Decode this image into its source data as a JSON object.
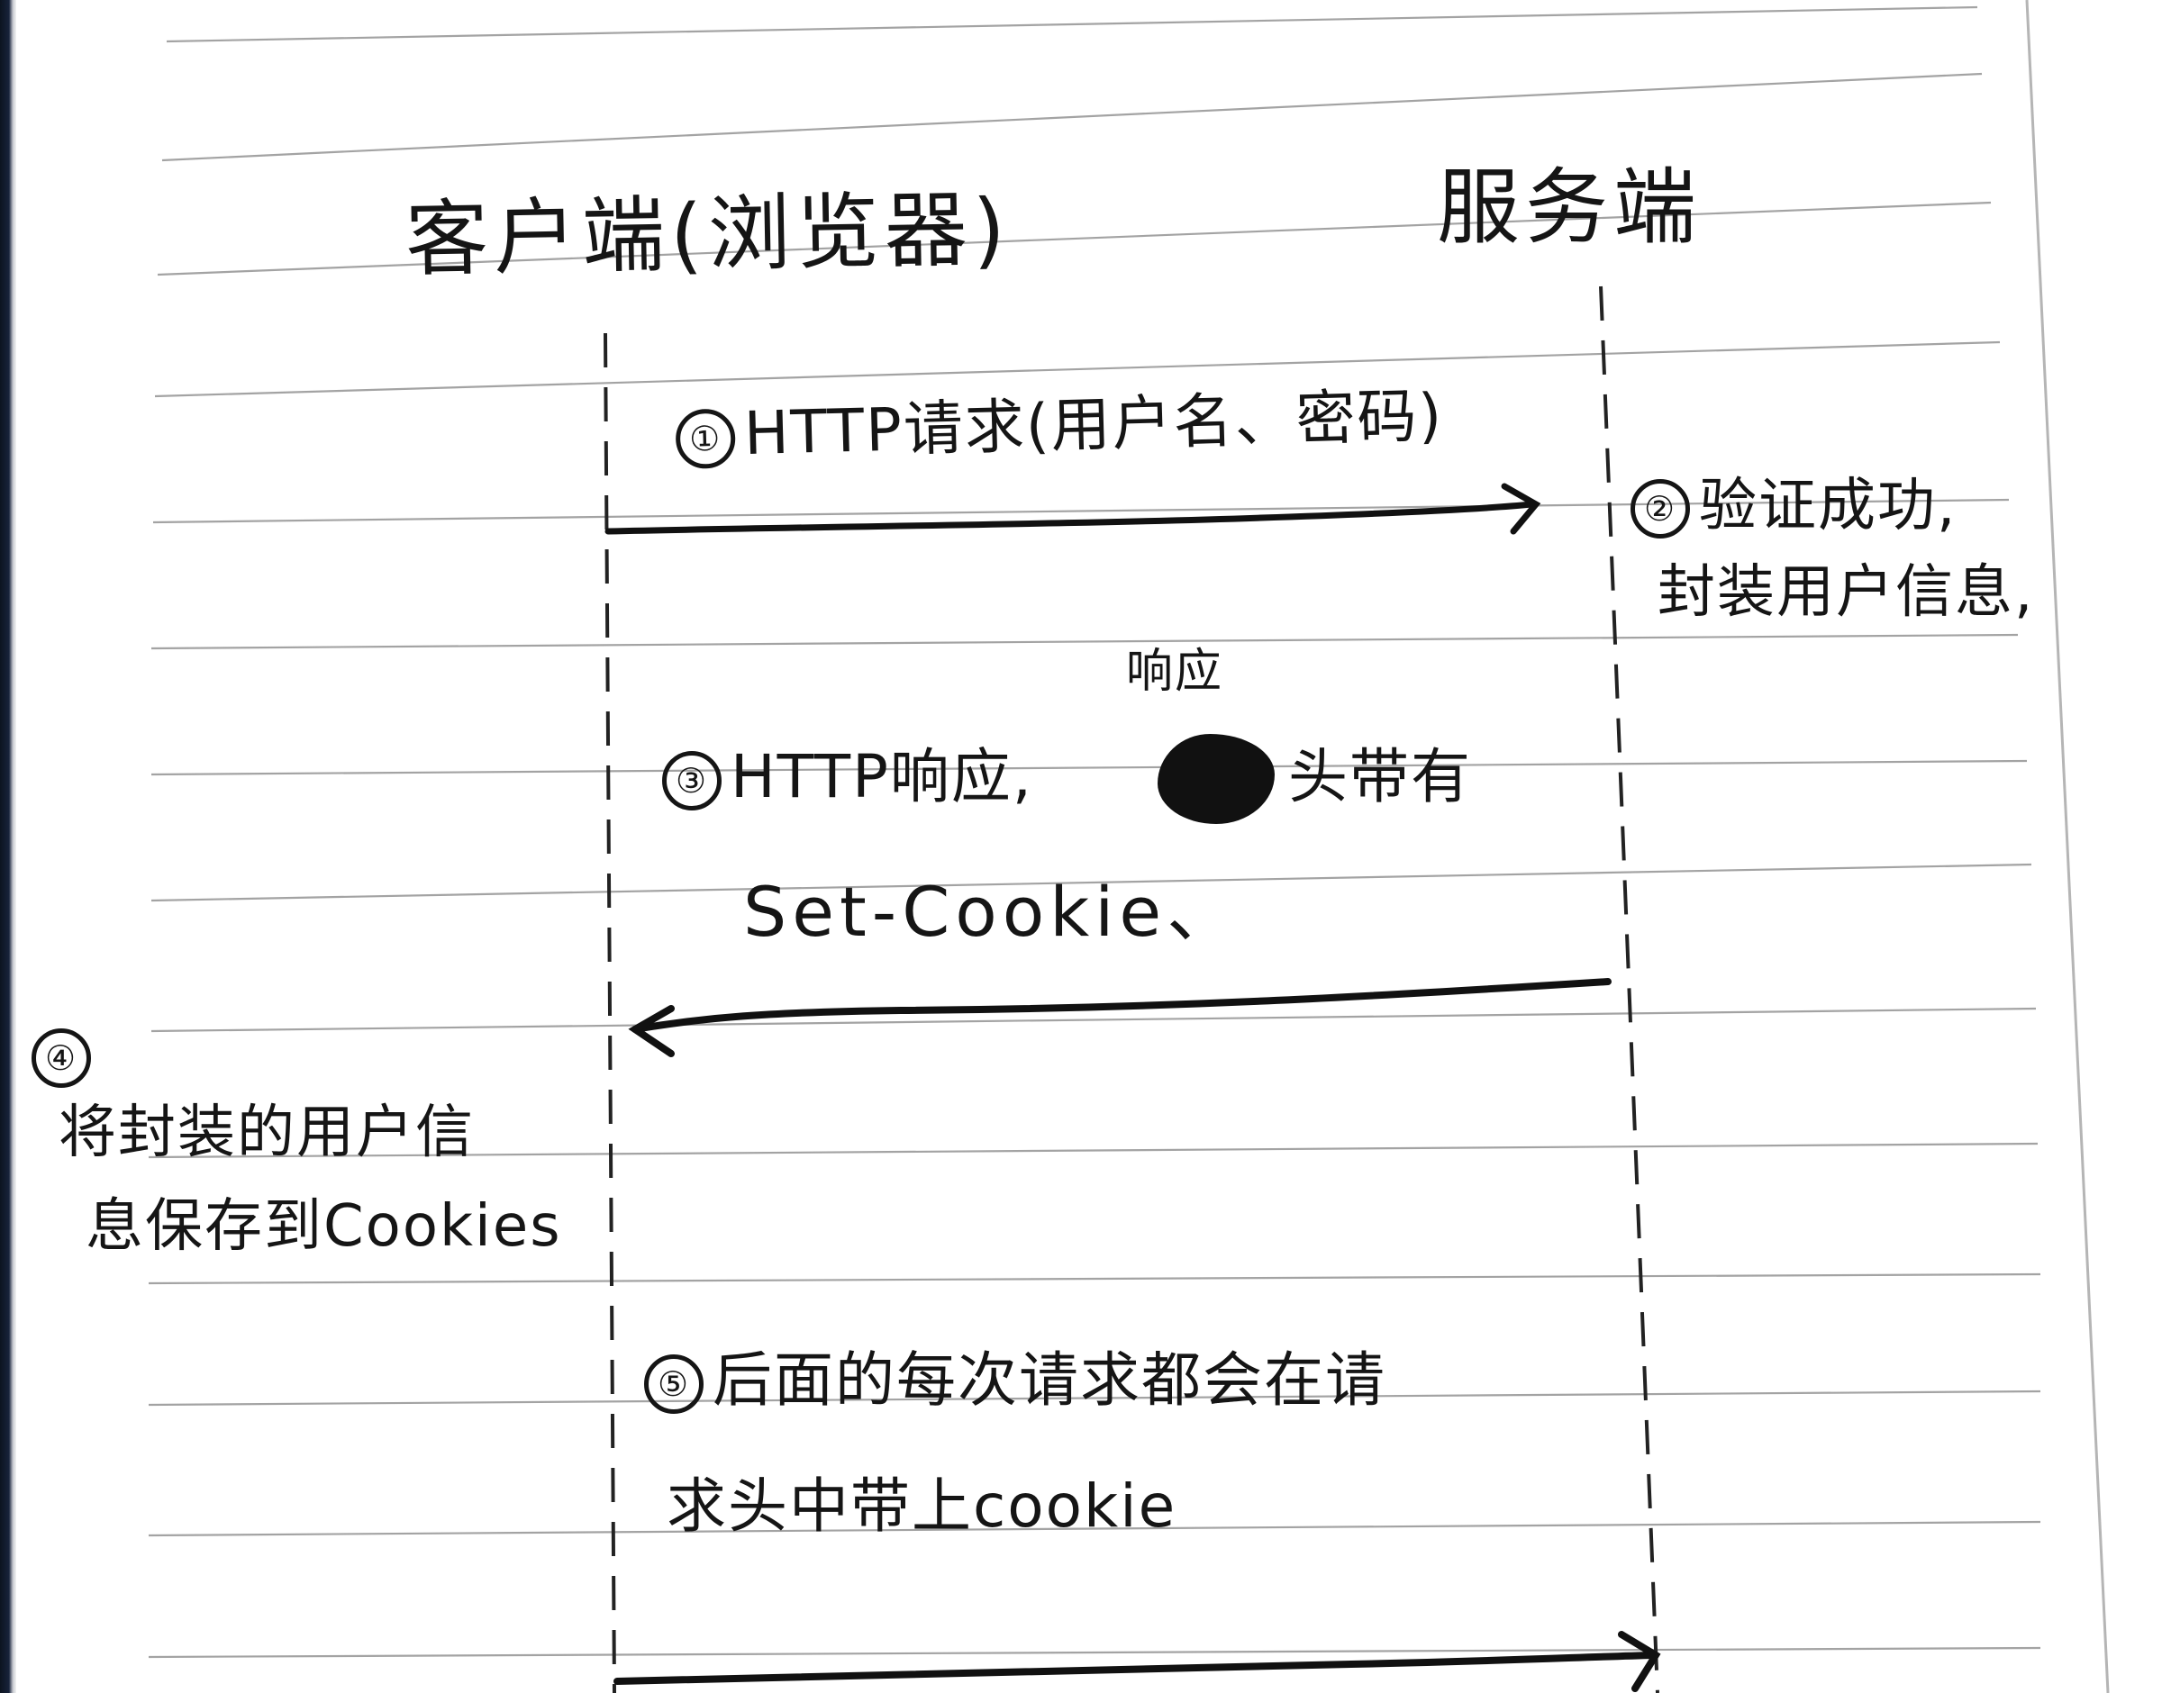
{
  "diagram": {
    "type": "sequence",
    "medium": "handwritten notes on lined notebook paper",
    "participants": [
      {
        "id": "client",
        "label": "客户端(浏览器)"
      },
      {
        "id": "server",
        "label": "服务端"
      }
    ],
    "steps": [
      {
        "number": "①",
        "from": "client",
        "to": "server",
        "lines": [
          "HTTP请求(用户名、密码)"
        ]
      },
      {
        "number": "②",
        "at": "server",
        "note": true,
        "lines": [
          "验证成功,",
          "封装用户信息,"
        ]
      },
      {
        "number": "③",
        "from": "server",
        "to": "client",
        "lines": [
          "HTTP响应,",
          "头带有",
          "Set-Cookie、"
        ],
        "correction_above": "响应",
        "crossed_out": true
      },
      {
        "number": "④",
        "at": "client",
        "note": true,
        "lines": [
          "将封装的用户信",
          "息保存到Cookies"
        ]
      },
      {
        "number": "⑤",
        "from": "client",
        "to": "server",
        "lines": [
          "后面的每次请求都会在请",
          "求头中带上cookie"
        ]
      }
    ]
  },
  "colors": {
    "paper": "#ffffff",
    "ink": "#151515",
    "ruling": "#9a9a9a",
    "binding": "#17223a"
  }
}
